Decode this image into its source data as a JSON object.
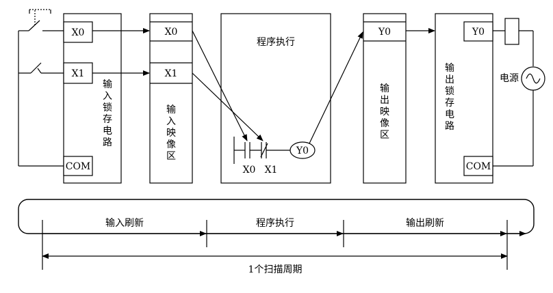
{
  "input_latch": {
    "x0": "X0",
    "x1": "X1",
    "com": "COM",
    "title": "输入锁存电路"
  },
  "input_image": {
    "x0": "X0",
    "x1": "X1",
    "title": "输入映像区"
  },
  "program": {
    "title": "程序执行",
    "contact_x0": "X0",
    "contact_x1": "X1",
    "coil": "Y0"
  },
  "output_image": {
    "y0": "Y0",
    "title": "输出映像区"
  },
  "output_latch": {
    "y0": "Y0",
    "com": "COM",
    "title": "输出锁存电路"
  },
  "power_label": "电源",
  "timeline": {
    "input_refresh": "输入刷新",
    "program_exec": "程序执行",
    "output_refresh": "输出刷新",
    "cycle": "1个扫描周期"
  }
}
